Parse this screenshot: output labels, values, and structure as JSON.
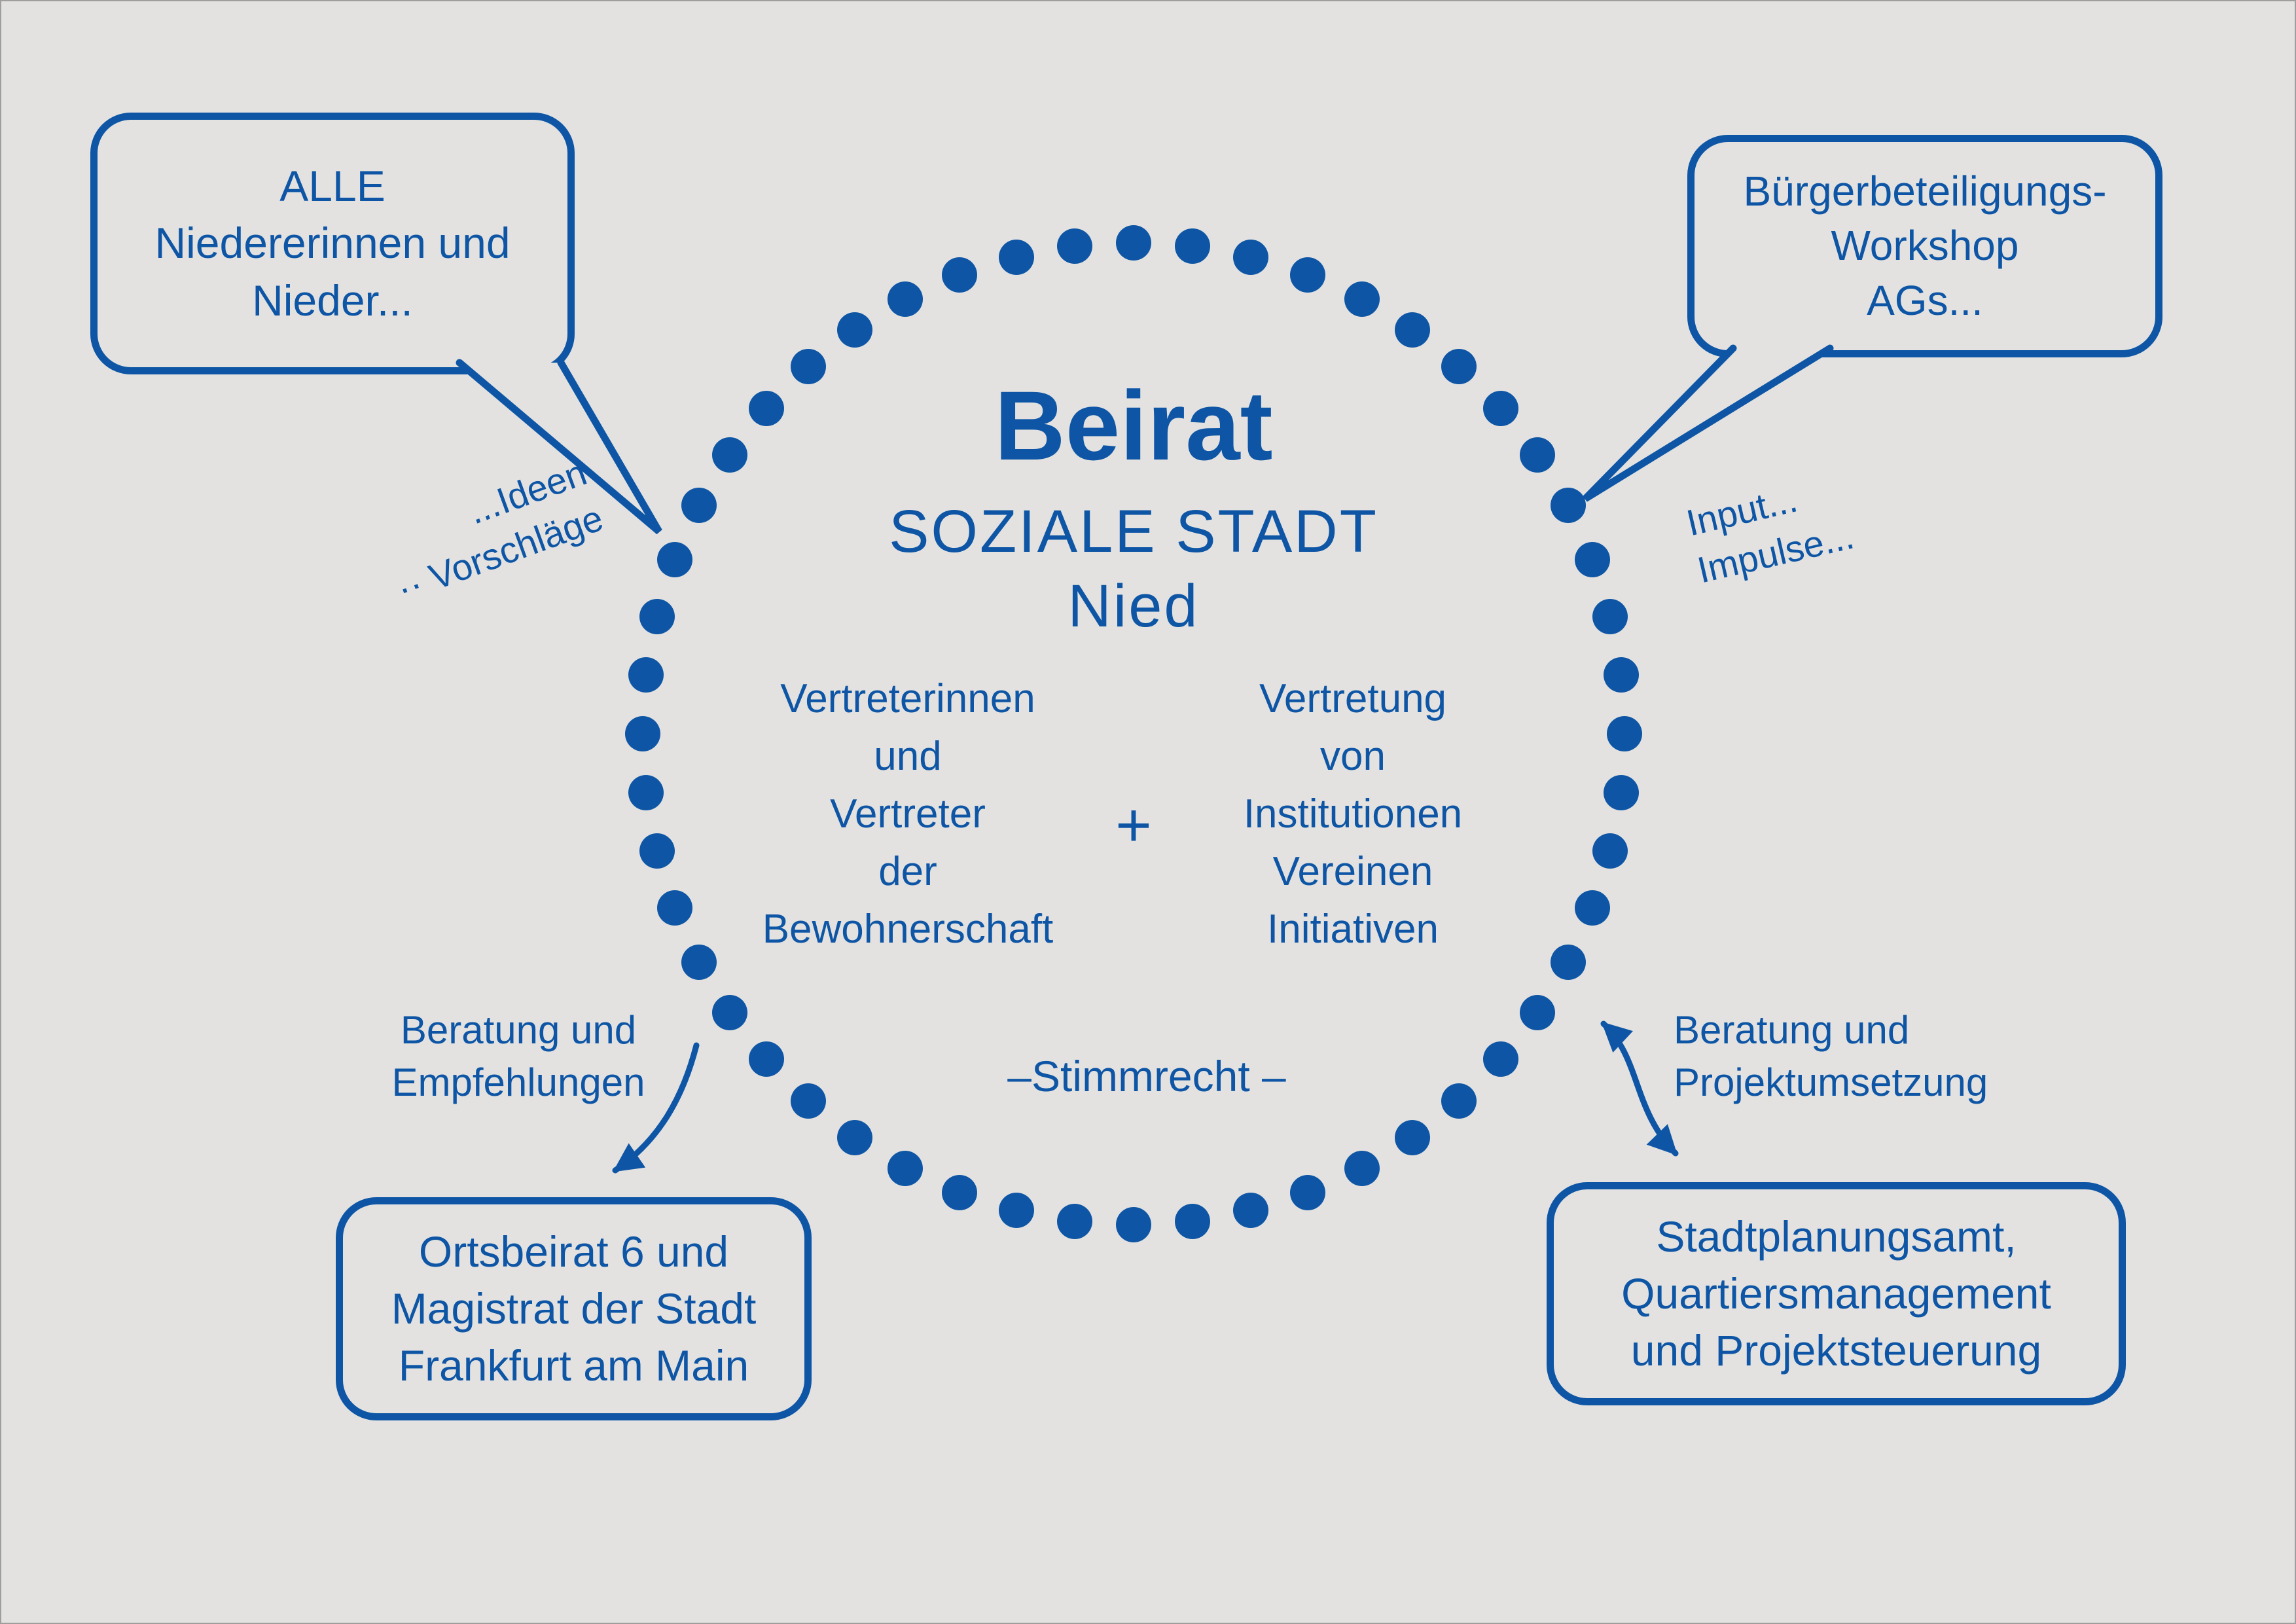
{
  "colors": {
    "background": "#e3e2e0",
    "blue": "#0e56a5"
  },
  "circle": {
    "dot_count": 52,
    "title": "Beirat",
    "subtitle1": "SOZIALE STADT",
    "subtitle2": "Nied",
    "left_column": [
      "Vertreterinnen",
      "und",
      "Vertreter",
      "der",
      "Bewohnerschaft"
    ],
    "plus": "+",
    "right_column": [
      "Vertretung",
      "von",
      "Institutionen",
      "Vereinen",
      "Initiativen"
    ],
    "bottom_note": "–Stimmrecht –"
  },
  "bubbles": {
    "top_left": {
      "lines": [
        "ALLE",
        "Niedererinnen und",
        "Nieder..."
      ]
    },
    "top_right": {
      "lines": [
        "Bürgerbeteiligungs-",
        "Workshop",
        "AGs..."
      ]
    },
    "bottom_left": {
      "lines": [
        "Ortsbeirat 6 und",
        "Magistrat der Stadt",
        "Frankfurt am Main"
      ]
    },
    "bottom_right": {
      "lines": [
        "Stadtplanungsamt,",
        "Quartiersmanagement",
        "und Projektsteuerung"
      ]
    }
  },
  "annotations": {
    "ideen": "...Ideen",
    "vorschlaege": "·· Vorschläge",
    "input": "Input...",
    "impulse": "Impulse...",
    "beratung_empfehlungen": [
      "Beratung und",
      "Empfehlungen"
    ],
    "beratung_projektumsetzung": [
      "Beratung und",
      "Projektumsetzung"
    ]
  }
}
